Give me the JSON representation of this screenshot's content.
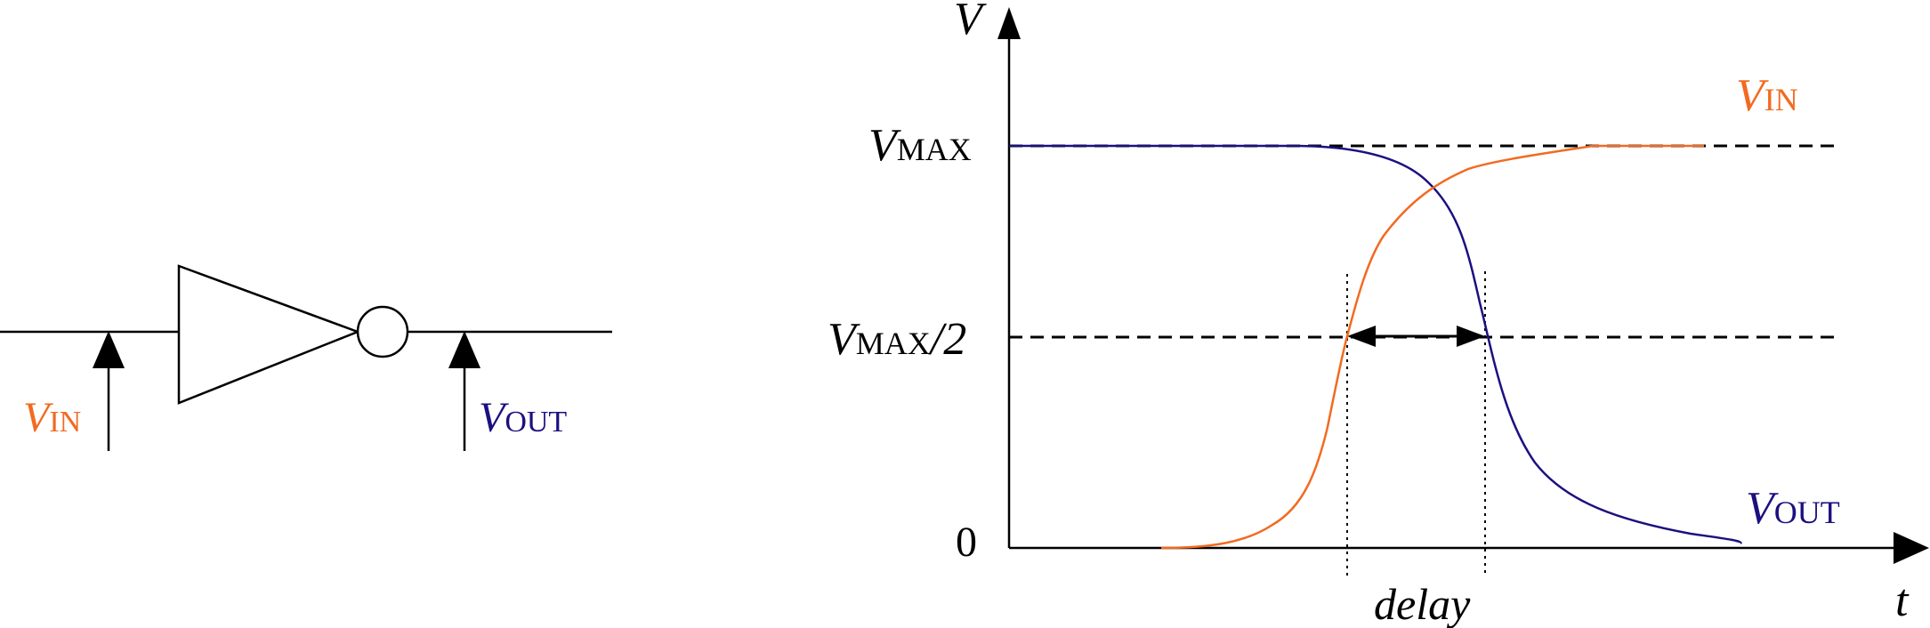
{
  "colors": {
    "line": "#000000",
    "vin": "#f26a21",
    "vout": "#1b1080"
  },
  "left_panel": {
    "vin_label": {
      "main": "V",
      "sub": "IN"
    },
    "vout_label": {
      "main": "V",
      "sub": "OUT"
    }
  },
  "right_panel": {
    "y_axis_label": "V",
    "x_axis_label": "t",
    "level_max": {
      "main": "V",
      "sub": "MAX",
      "suffix": ""
    },
    "level_half": {
      "main": "V",
      "sub": "MAX",
      "suffix": "/2"
    },
    "level_zero": "0",
    "delay_label": "delay",
    "vin_curve_label": {
      "main": "V",
      "sub": "IN"
    },
    "vout_curve_label": {
      "main": "V",
      "sub": "OUT"
    }
  }
}
